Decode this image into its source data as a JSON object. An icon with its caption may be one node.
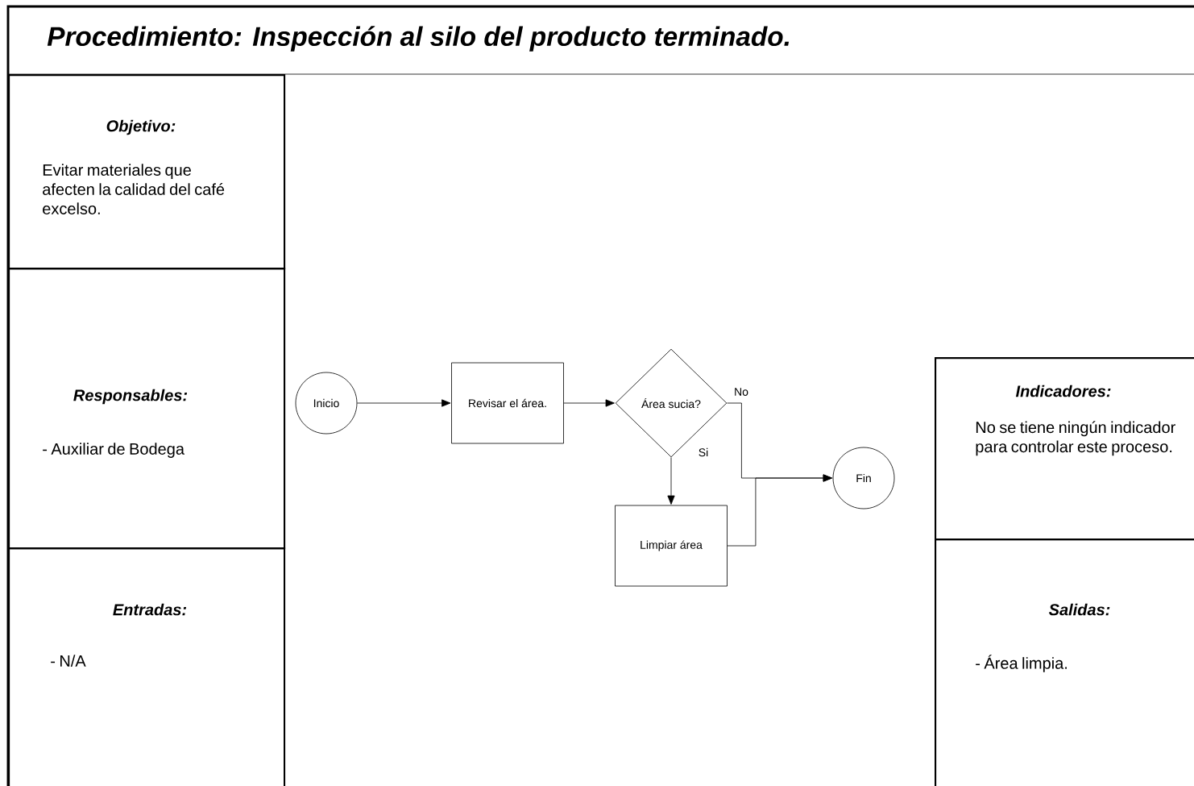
{
  "diagram": {
    "title": "Procedimiento: Inspección al silo del producto terminado.",
    "nodes": [
      {
        "text": [
          "Objetivo:",
          "Evitar materiales que afecten la calidad del café excelso."
        ]
      },
      {
        "text": [
          "Responsables:",
          "- Auxiliar de Bodega"
        ]
      },
      {
        "text": [
          "Entradas:",
          "- N/A"
        ]
      },
      {
        "text": [
          "Indicadores:",
          "No se tiene ningún indicador para controlar este proceso."
        ]
      },
      {
        "text": [
          "Salidas:",
          "- Área limpia."
        ]
      },
      {
        "text": [
          "Inicio"
        ]
      },
      {
        "text": [
          "Revisar el área."
        ]
      },
      {
        "text": [
          "Área sucia?"
        ]
      },
      {
        "text": [
          "Limpiar área"
        ]
      },
      {
        "text": [
          "Fin"
        ]
      }
    ],
    "edges": [
      {
        "from": 5,
        "to": 6,
        "arrow": "to"
      },
      {
        "from": 6,
        "to": 7,
        "arrow": "to"
      },
      {
        "from": 7,
        "to": 9,
        "arrow": "to",
        "label": "No"
      },
      {
        "from": 7,
        "to": 8,
        "arrow": "to",
        "label": "Si"
      },
      {
        "from": 8,
        "to": 9,
        "arrow": "to"
      }
    ]
  }
}
